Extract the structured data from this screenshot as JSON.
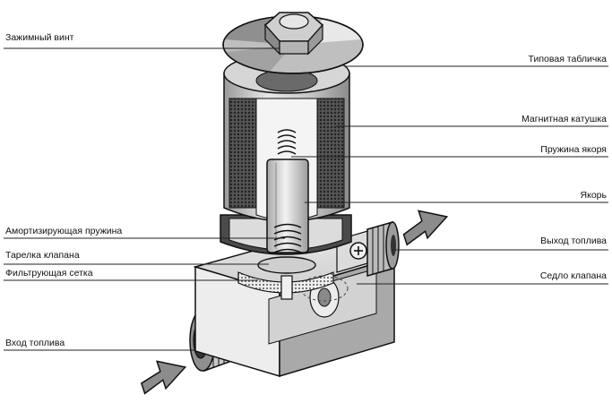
{
  "labels": {
    "left": [
      {
        "id": "clamping-screw",
        "text": "Зажимный винт"
      },
      {
        "id": "damping-spring",
        "text": "Амортизирующая пружина"
      },
      {
        "id": "valve-plate",
        "text": "Тарелка клапана"
      },
      {
        "id": "filter-screen",
        "text": "Фильтрующая сетка"
      },
      {
        "id": "fuel-inlet",
        "text": "Вход топлива"
      }
    ],
    "right": [
      {
        "id": "type-plate",
        "text": "Типовая табличка"
      },
      {
        "id": "magnet-coil",
        "text": "Магнитная катушка"
      },
      {
        "id": "armature-spring",
        "text": "Пружина якоря"
      },
      {
        "id": "armature",
        "text": "Якорь"
      },
      {
        "id": "fuel-outlet",
        "text": "Выход топлива"
      },
      {
        "id": "valve-seat",
        "text": "Седло клапана"
      }
    ]
  },
  "colors": {
    "outline": "#111111",
    "metal_light": "#e6e6e6",
    "metal_mid": "#bdbdbd",
    "metal_dark": "#7a7a7a",
    "coil_dark": "#3a3a3a",
    "arrow_fill": "#8c8c8c",
    "leader": "#222222"
  },
  "icons": [
    "flow-arrow-in-icon",
    "flow-arrow-out-icon",
    "plus-screw-icon"
  ]
}
